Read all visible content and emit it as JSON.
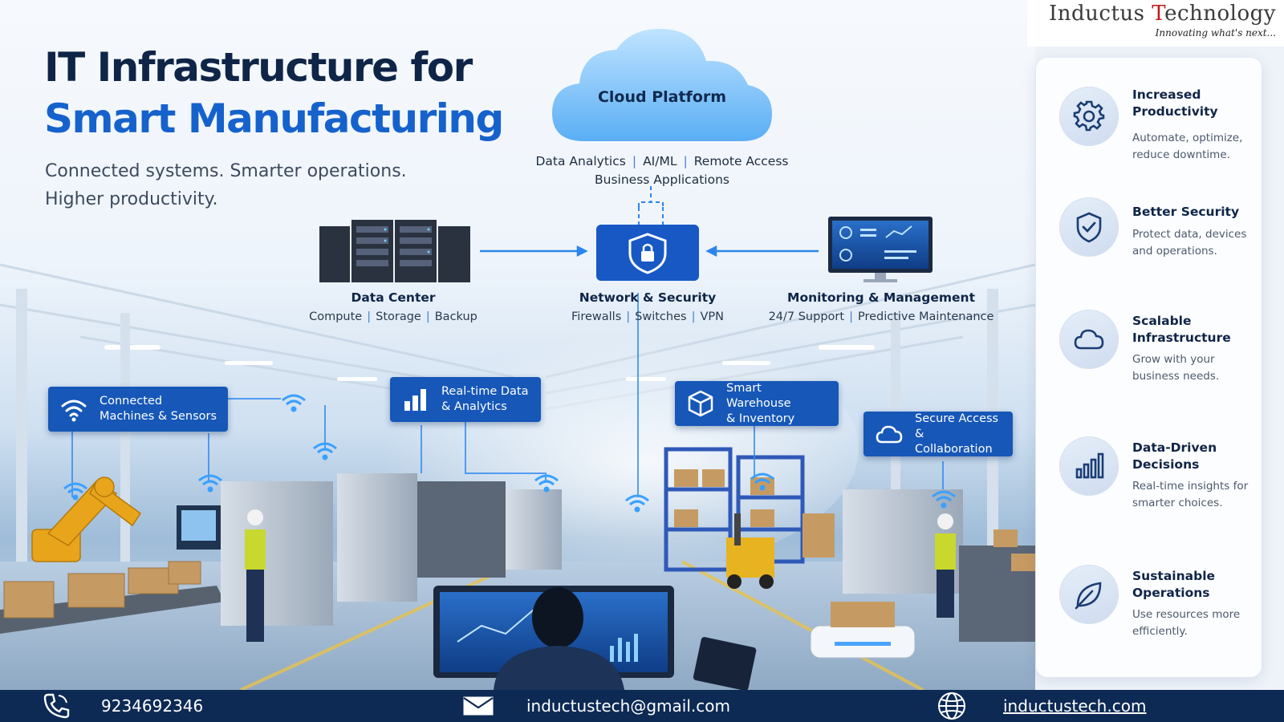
{
  "brand": {
    "name_part1": "Inductus ",
    "name_accent": "T",
    "name_part2": "echnology",
    "tagline": "Innovating what's next..."
  },
  "hero": {
    "title_line1": "IT Infrastructure for",
    "title_line2": "Smart Manufacturing",
    "subtitle": "Connected systems. Smarter operations. Higher productivity."
  },
  "cloud": {
    "label": "Cloud Platform",
    "services": [
      "Data Analytics",
      "AI/ML",
      "Remote Access"
    ],
    "services_line2": "Business Applications"
  },
  "nodes": {
    "data_center": {
      "label": "Data Center",
      "items": [
        "Compute",
        "Storage",
        "Backup"
      ]
    },
    "network": {
      "label": "Network & Security",
      "items": [
        "Firewalls",
        "Switches",
        "VPN"
      ]
    },
    "monitoring": {
      "label": "Monitoring & Management",
      "items": [
        "24/7 Support",
        "Predictive Maintenance"
      ]
    }
  },
  "tags": {
    "connected": "Connected\nMachines & Sensors",
    "realtime": "Real-time Data\n& Analytics",
    "warehouse": "Smart Warehouse\n& Inventory",
    "secure": "Secure Access\n& Collaboration"
  },
  "benefits": [
    {
      "title": "Increased Productivity",
      "desc": "Automate, optimize, reduce downtime.",
      "icon": "gear-icon"
    },
    {
      "title": "Better Security",
      "desc": "Protect data, devices and operations.",
      "icon": "shield-check-icon"
    },
    {
      "title": "Scalable Infrastructure",
      "desc": "Grow with your business needs.",
      "icon": "cloud-icon"
    },
    {
      "title": "Data-Driven Decisions",
      "desc": "Real-time insights for smarter choices.",
      "icon": "bar-chart-icon"
    },
    {
      "title": "Sustainable Operations",
      "desc": "Use resources more efficiently.",
      "icon": "leaf-icon"
    }
  ],
  "footer": {
    "phone": "9234692346",
    "email": "inductustech@gmail.com",
    "website": "inductustech.com"
  },
  "colors": {
    "navy": "#0f2547",
    "accent_blue": "#1662cc",
    "tag_blue": "#1657b8",
    "footer": "#0d2a55",
    "brand_red": "#c11a1a"
  }
}
